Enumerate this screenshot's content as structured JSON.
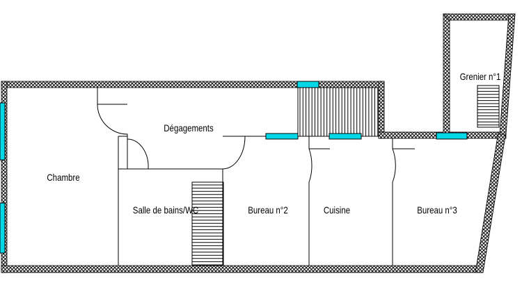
{
  "rooms": {
    "chambre": "Chambre",
    "degagements": "Dégagements",
    "salle_de_bains": "Salle de bains/WC",
    "bureau2": "Bureau n°2",
    "cuisine": "Cuisine",
    "bureau3": "Bureau n°3",
    "grenier": "Grenier n°1"
  },
  "colors": {
    "wall_fill": "#ffffff",
    "wall_pattern": "#111111",
    "window": "#00d8e8",
    "line": "#000000"
  }
}
